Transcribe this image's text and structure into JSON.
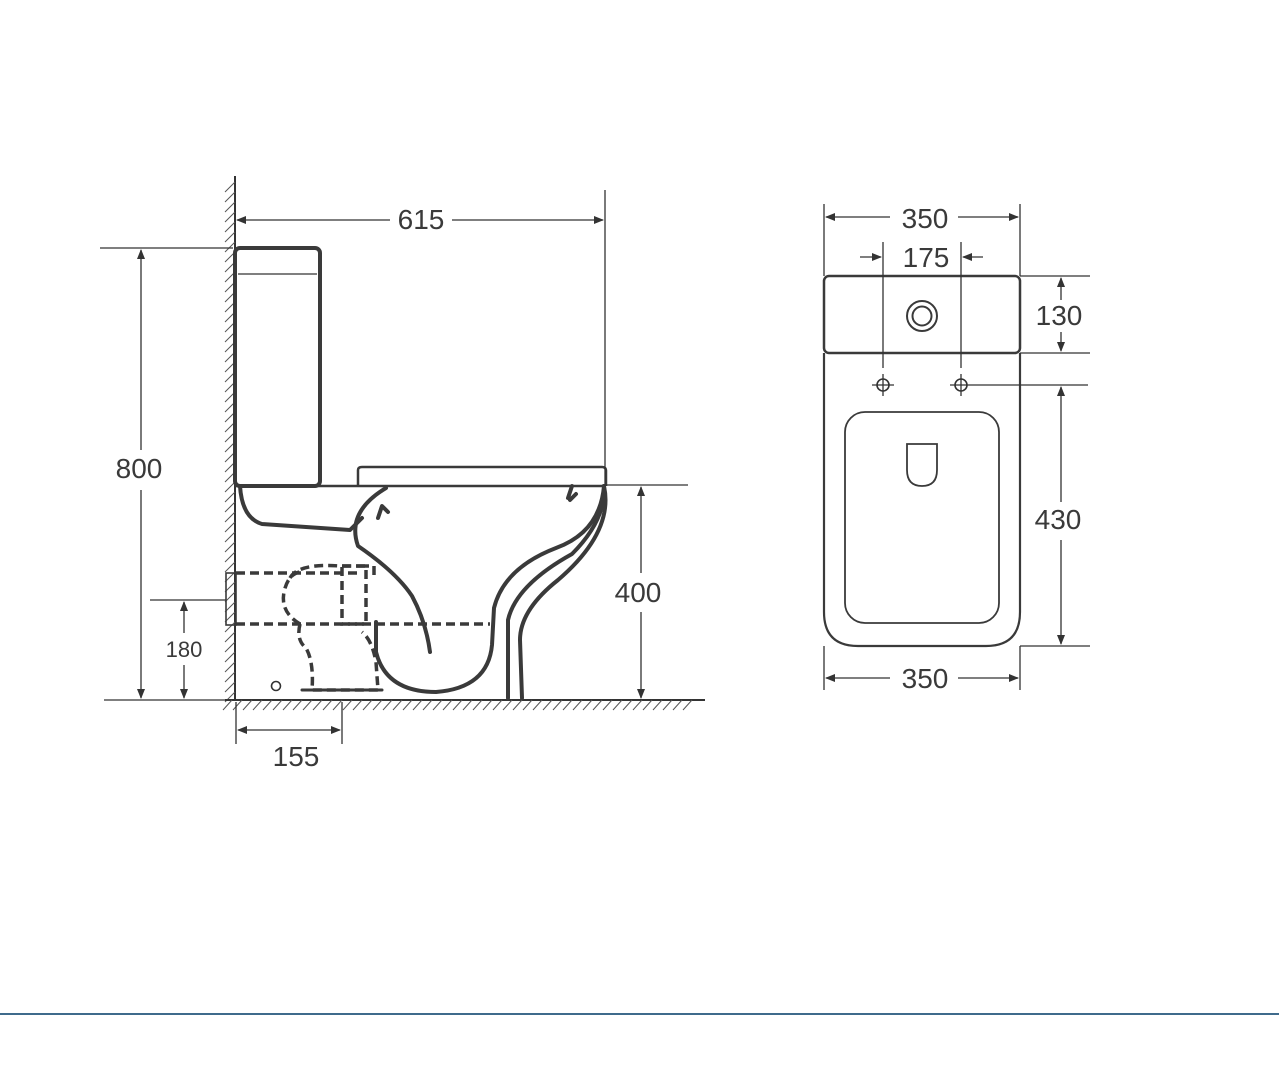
{
  "side_view": {
    "overall_depth": "615",
    "overall_height": "800",
    "seat_height": "400",
    "inlet_height": "180",
    "outlet_offset": "155"
  },
  "top_view": {
    "top_width": "350",
    "hole_spacing": "175",
    "tank_depth": "130",
    "bowl_length": "430",
    "bottom_width": "350"
  }
}
